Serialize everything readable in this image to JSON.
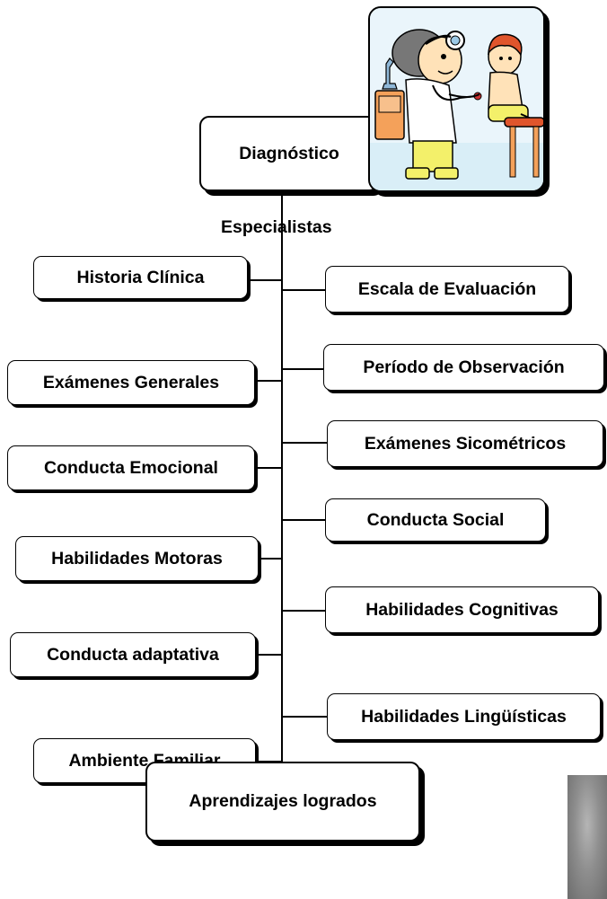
{
  "title_box": "Diagnóstico",
  "connector_label": "Especialistas",
  "left_items": [
    "Historia Clínica",
    "Exámenes Generales",
    "Conducta Emocional",
    "Habilidades Motoras",
    "Conducta adaptativa",
    "Ambiente Familiar"
  ],
  "right_items": [
    "Escala de Evaluación",
    "Período de Observación",
    "Exámenes Sicométricos",
    "Conducta Social",
    "Habilidades Cognitivas",
    "Habilidades Lingüísticas"
  ],
  "bottom_box": "Aprendizajes logrados",
  "illustration_icon": "doctor-examining-child-illustration"
}
